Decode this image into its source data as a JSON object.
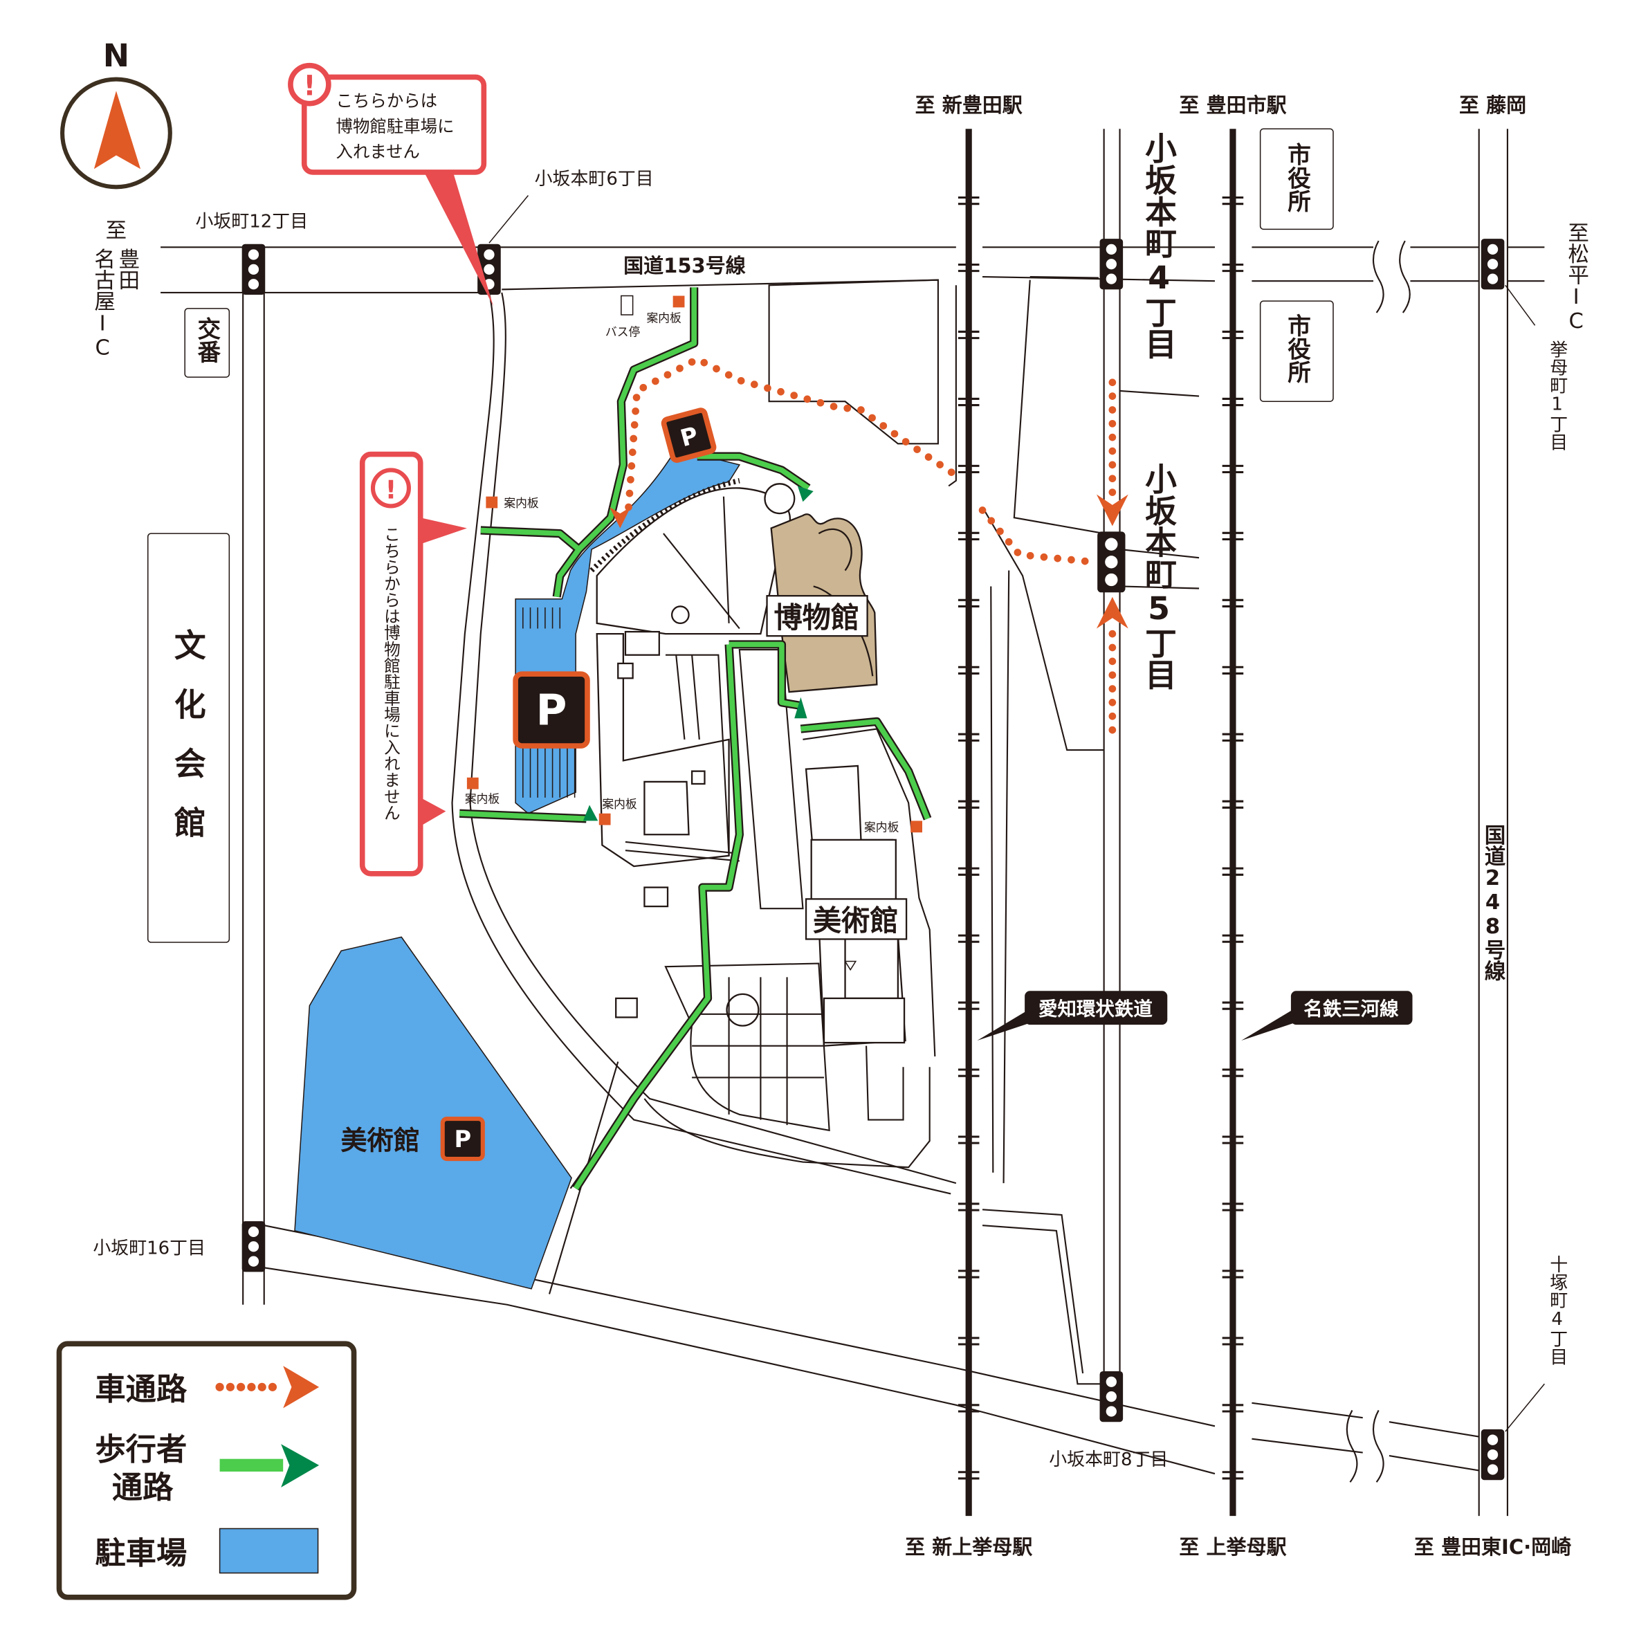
{
  "compass": {
    "north_label": "N",
    "icon": "north-arrow-icon"
  },
  "warnings": [
    {
      "icon": "exclamation-icon",
      "text_lines": [
        "こちらからは",
        "博物館駐車場に",
        "入れません"
      ]
    },
    {
      "icon": "exclamation-icon",
      "text": "こちらからは博物館駐車場に入れません"
    }
  ],
  "destinations": {
    "west": {
      "to": "至",
      "col1": "豊田",
      "col2": "名古屋IC"
    },
    "shin_toyota": "至 新豊田駅",
    "toyotashi": "至 豊田市駅",
    "fujioka": "至 藤岡",
    "matsudaira": "至松平IC",
    "shin_koromo": "至 新上挙母駅",
    "kami_koromo": "至 上挙母駅",
    "toyota_higashi": "至 豊田東IC·岡崎"
  },
  "intersections": {
    "kosaka12": "小坂町12丁目",
    "kosakahonmachi6": "小坂本町6丁目",
    "kosakahonmachi4": "小坂本町4丁目",
    "kosakahonmachi5": "小坂本町5丁目",
    "koromo1": "挙母町1丁目",
    "kosaka16": "小坂町16丁目",
    "kosakahonmachi8": "小坂本町8丁目",
    "tozuka4": "十塚町4丁目"
  },
  "roads": {
    "r153": "国道153号線",
    "r248": "国道248号線"
  },
  "railways": {
    "aikan": "愛知環状鉄道",
    "meitetsu": "名鉄三河線"
  },
  "facilities": {
    "koban": "交番",
    "bunka_kaikan": "文化会館",
    "city_hall_1": "市役所",
    "city_hall_2": "市役所",
    "museum": "博物館",
    "art_museum": "美術館",
    "art_museum_parking": "美術館",
    "bus_stop": "バス停",
    "info_boards": [
      "案内板",
      "案内板",
      "案内板",
      "案内板",
      "案内板"
    ],
    "parking_symbol": "P"
  },
  "legend": {
    "car_route": "車通路",
    "pedestrian_route_1": "歩行者",
    "pedestrian_route_2": "通路",
    "parking": "駐車場"
  },
  "colors": {
    "car_route": "#e05a26",
    "pedestrian_route": "#4ccd4c",
    "pedestrian_arrow": "#00874a",
    "parking": "#5aa9e8",
    "warning": "#e84c4f",
    "building": "#cbb592",
    "frame": "#3d3020"
  }
}
